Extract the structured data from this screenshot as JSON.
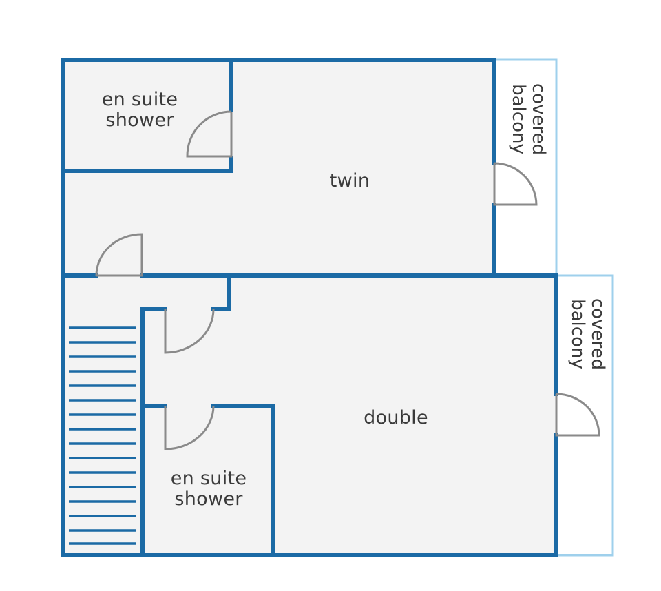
{
  "floorplan": {
    "rooms": {
      "ensuite_top": "en suite\nshower",
      "twin": "twin",
      "balcony_top": "covered\nbalcony",
      "balcony_bottom": "covered\nbalcony",
      "double": "double",
      "ensuite_bottom": "en suite\nshower"
    },
    "colors": {
      "wall": "#1b6aa5",
      "balcony_outline": "#9fd0ec",
      "floor": "#f3f3f3",
      "door": "#8a8a8a",
      "text": "#3a3a3a"
    }
  }
}
